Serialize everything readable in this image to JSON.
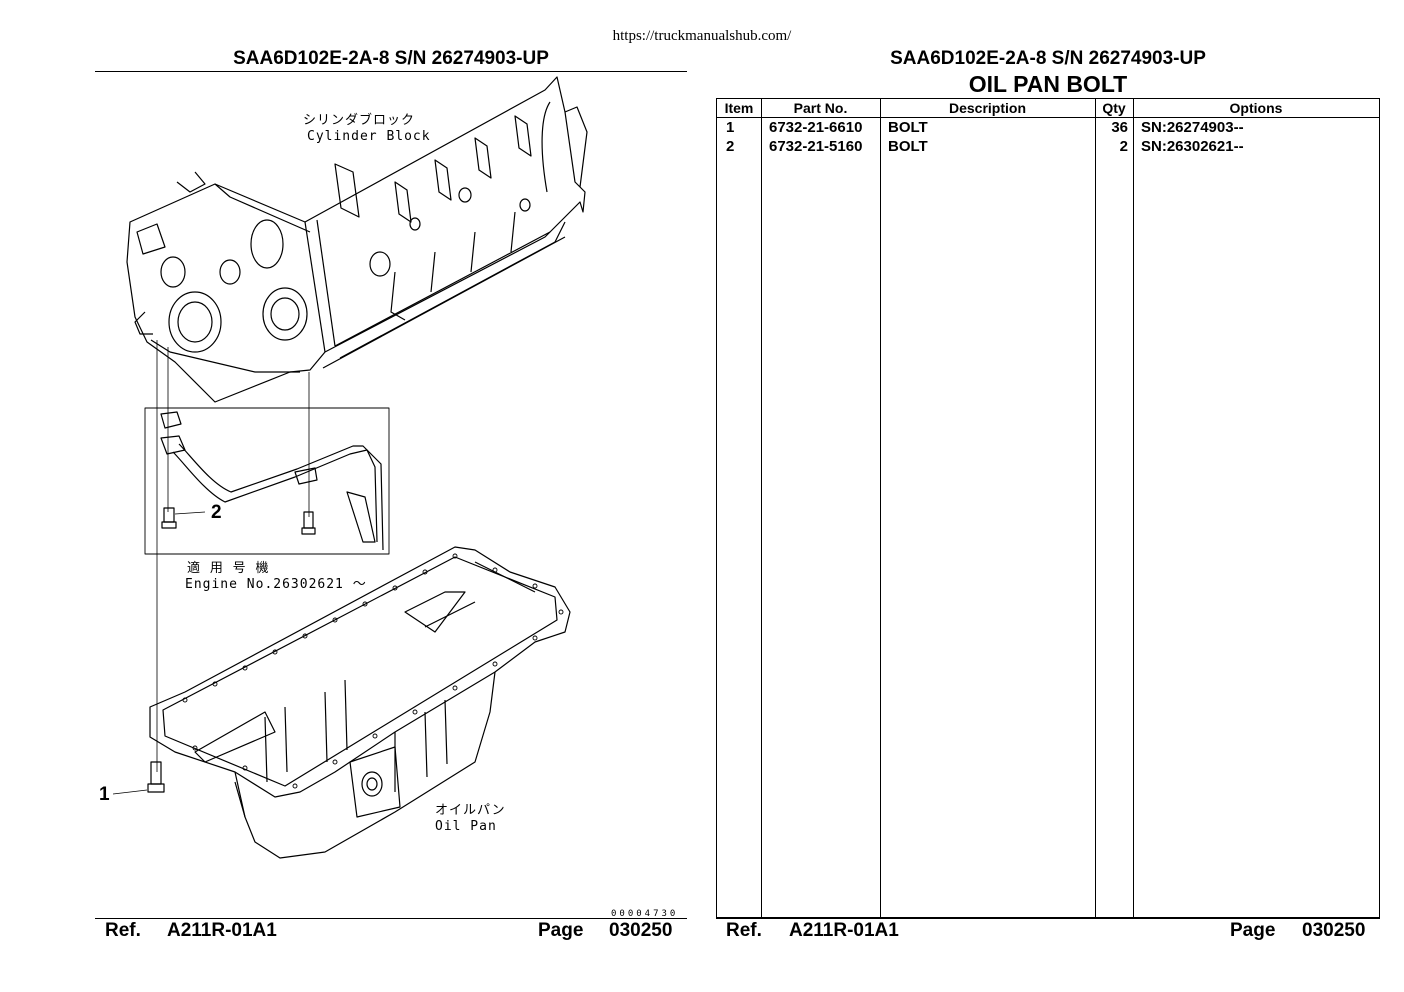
{
  "source_url": "https://truckmanualshub.com/",
  "left": {
    "header": "SAA6D102E-2A-8 S/N 26274903-UP",
    "diagram": {
      "label_cylinder_jp": "シリンダブロック",
      "label_cylinder_en": "Cylinder Block",
      "label_engine_jp": "適 用 号 機",
      "label_engine_en": "Engine No.26302621 ～",
      "label_oilpan_jp": "オイルパン",
      "label_oilpan_en": "Oil Pan",
      "callout_1": "1",
      "callout_2": "2",
      "drawing_code": "00004730"
    },
    "footer": {
      "ref_label": "Ref.",
      "ref_value": "A211R-01A1",
      "page_label": "Page",
      "page_value": "030250"
    }
  },
  "right": {
    "header": "SAA6D102E-2A-8 S/N 26274903-UP",
    "title": "OIL PAN BOLT",
    "table": {
      "columns": [
        "Item",
        "Part No.",
        "Description",
        "Qty",
        "Options"
      ],
      "rows": [
        {
          "item": "1",
          "part_no": "6732-21-6610",
          "description": "BOLT",
          "qty": "36",
          "options": "SN:26274903--"
        },
        {
          "item": "2",
          "part_no": "6732-21-5160",
          "description": "BOLT",
          "qty": "2",
          "options": "SN:26302621--"
        }
      ]
    },
    "footer": {
      "ref_label": "Ref.",
      "ref_value": "A211R-01A1",
      "page_label": "Page",
      "page_value": "030250"
    }
  }
}
